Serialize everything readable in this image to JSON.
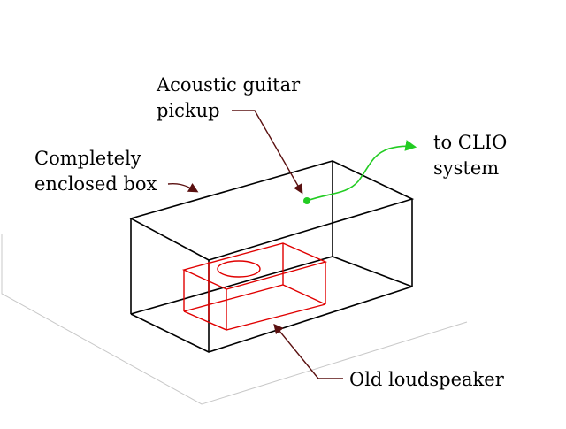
{
  "labels": {
    "pickup_line1": "Acoustic guitar",
    "pickup_line2": "pickup",
    "box_line1": "Completely",
    "box_line2": "enclosed box",
    "clio_line1": "to CLIO",
    "clio_line2": "system",
    "speaker": "Old loudspeaker"
  },
  "colors": {
    "box": "#000000",
    "loudspeaker": "#e00000",
    "signal": "#22cc22",
    "pointer": "#5a1010",
    "floor": "#c8c8c8"
  }
}
